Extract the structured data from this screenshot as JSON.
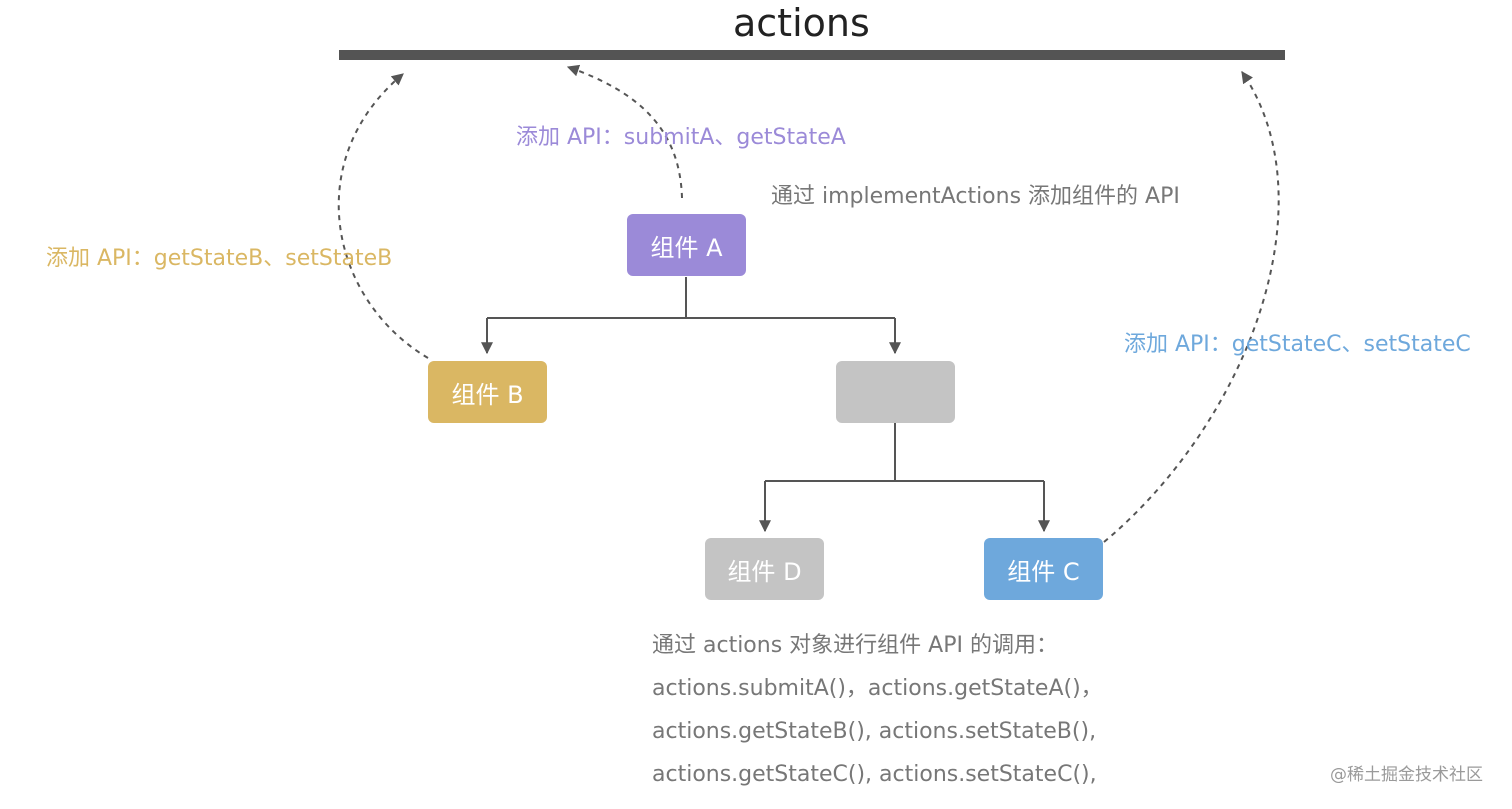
{
  "title": "actions",
  "description": "通过 implementActions 添加组件的 API",
  "components": {
    "a": {
      "label": "组件 A",
      "api_text": "添加 API：submitA、getStateA",
      "color": "#9b8ad8"
    },
    "b": {
      "label": "组件 B",
      "api_text": "添加 API：getStateB、setStateB",
      "color": "#dab763"
    },
    "c": {
      "label": "组件 C",
      "api_text": "添加 API：getStateC、setStateC",
      "color": "#6ea8dc"
    },
    "d": {
      "label": "组件 D",
      "color": "#c4c4c4"
    },
    "unnamed": {
      "label": "",
      "color": "#c4c4c4"
    }
  },
  "usage": {
    "intro": "通过 actions 对象进行组件 API 的调用：",
    "lines": [
      "actions.submitA()，actions.getStateA()，",
      "actions.getStateB(), actions.setStateB(),",
      "actions.getStateC(), actions.setStateC(),"
    ]
  },
  "watermark": "@稀土掘金技术社区",
  "colors": {
    "bar": "#545454",
    "connector": "#555555",
    "text_gray": "#777777"
  }
}
